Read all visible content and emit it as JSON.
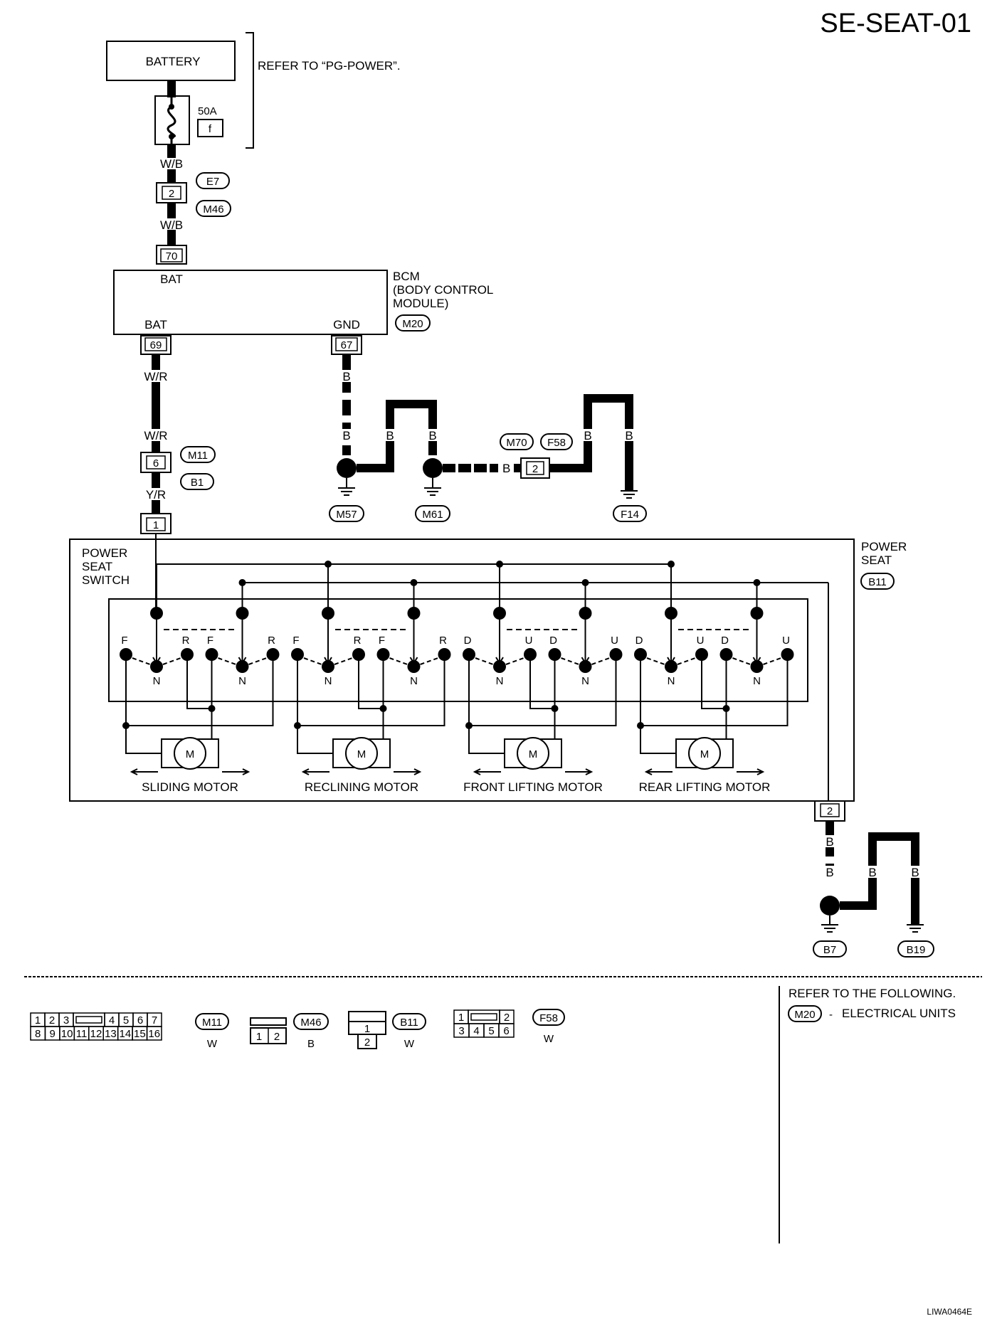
{
  "page": {
    "title": "SE-SEAT-01",
    "figure_id": "LIWA0464E"
  },
  "battery": {
    "label": "BATTERY",
    "refer": "REFER TO “PG-POWER”.",
    "fuse_rating": "50A",
    "fuse_id": "f"
  },
  "wires": {
    "wb": "W/B",
    "wr": "W/R",
    "yr": "Y/R",
    "b": "B"
  },
  "connectors": {
    "e7": "E7",
    "m46": "M46",
    "m20": "M20",
    "m11": "M11",
    "b1": "B1",
    "m57": "M57",
    "m61": "M61",
    "m70": "M70",
    "f58": "F58",
    "f14": "F14",
    "b11": "B11",
    "b7": "B7",
    "b19": "B19"
  },
  "pins": {
    "p2": "2",
    "p70": "70",
    "p69": "69",
    "p67": "67",
    "p6": "6",
    "p1": "1"
  },
  "bcm": {
    "title_line1": "BCM",
    "title_line2": "(BODY CONTROL",
    "title_line3": "MODULE)",
    "bat_top": "BAT",
    "bat_bottom": "BAT",
    "gnd": "GND"
  },
  "seat": {
    "switch_line1": "POWER",
    "switch_line2": "SEAT",
    "switch_line3": "SWITCH",
    "unit_line1": "POWER",
    "unit_line2": "SEAT",
    "motor_symbol": "M",
    "neutral": "N",
    "switches": [
      {
        "left": "F",
        "right": "R"
      },
      {
        "left": "F",
        "right": "R"
      },
      {
        "left": "F",
        "right": "R"
      },
      {
        "left": "F",
        "right": "R"
      },
      {
        "left": "D",
        "right": "U"
      },
      {
        "left": "D",
        "right": "U"
      },
      {
        "left": "D",
        "right": "U"
      },
      {
        "left": "D",
        "right": "U"
      }
    ],
    "motors": [
      "SLIDING MOTOR",
      "RECLINING MOTOR",
      "FRONT LIFTING MOTOR",
      "REAR LIFTING MOTOR"
    ]
  },
  "legend": {
    "m11": {
      "name": "M11",
      "color": "W",
      "row1": [
        "1",
        "2",
        "3",
        "",
        "4",
        "5",
        "6",
        "7"
      ],
      "row2": [
        "8",
        "9",
        "10",
        "11",
        "12",
        "13",
        "14",
        "15",
        "16"
      ]
    },
    "m46": {
      "name": "M46",
      "color": "B",
      "pins": [
        "1",
        "2"
      ]
    },
    "b11": {
      "name": "B11",
      "color": "W",
      "pins": [
        "1",
        "2"
      ]
    },
    "f58": {
      "name": "F58",
      "color": "W",
      "row1": [
        "1",
        "",
        "2"
      ],
      "row2": [
        "3",
        "4",
        "5",
        "6"
      ]
    },
    "refer_title": "REFER TO THE FOLLOWING.",
    "refer_conn": "M20",
    "refer_sep": "-",
    "refer_text": "ELECTRICAL UNITS"
  }
}
